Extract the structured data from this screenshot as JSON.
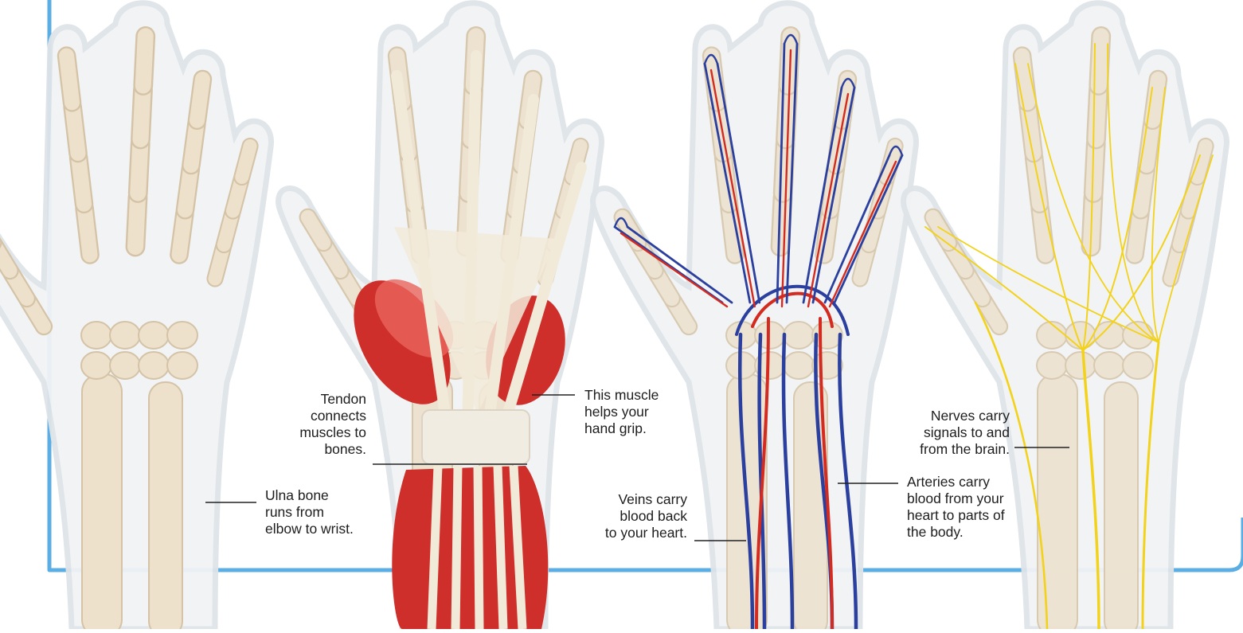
{
  "colors": {
    "frame": "#5aaee3",
    "skin_outline": "#dfe4e8",
    "skin_fill": "#f1f3f5",
    "bone": "#ede1cc",
    "bone_shade": "#d4c3a6",
    "muscle": "#cf2f2a",
    "muscle_light": "#e8645c",
    "tendon": "#f2ead9",
    "artery": "#d42b21",
    "vein": "#2b3f9e",
    "nerve": "#f2d21a",
    "leader": "#222222"
  },
  "panels": [
    {
      "name": "bones",
      "icon": "skeleton-hand-icon"
    },
    {
      "name": "muscles",
      "icon": "muscle-hand-icon"
    },
    {
      "name": "blood-vessels",
      "icon": "vessel-hand-icon"
    },
    {
      "name": "nerves",
      "icon": "nerve-hand-icon"
    }
  ],
  "labels": {
    "ulna": "Ulna bone\nruns from\nelbow to wrist.",
    "tendon": "Tendon\nconnects\nmuscles to\nbones.",
    "muscle": "This muscle\nhelps your\nhand grip.",
    "veins": "Veins carry\nblood back\nto your heart.",
    "arteries": "Arteries carry\nblood from your\nheart to parts of\nthe body.",
    "nerves": "Nerves carry\nsignals to and\nfrom the brain."
  }
}
